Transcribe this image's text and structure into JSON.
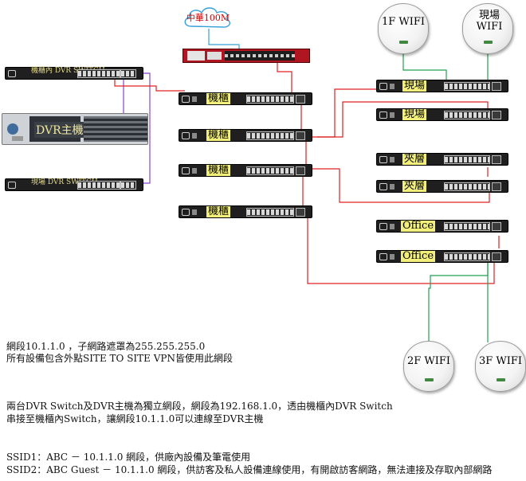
{
  "internet": {
    "label": "中華100M"
  },
  "server": {
    "label": "DVR主機"
  },
  "dvr_switches": [
    {
      "label": "機櫃內 DVR SWITCH"
    },
    {
      "label": "現場 DVR SWITCH"
    }
  ],
  "cabinet_switches": [
    "機櫃",
    "機櫃",
    "機櫃",
    "機櫃"
  ],
  "site_switches": [
    "現場",
    "現場",
    "夾層",
    "夾層",
    "Office",
    "Office"
  ],
  "access_points": {
    "ap_1f": "1F WIFI",
    "ap_site": "現場 WIFI",
    "ap_2f": "2F WIFI",
    "ap_3f": "3F WIFI"
  },
  "notes": {
    "line1": "網段10.1.1.0 ，子網路遮罩為255.255.255.0",
    "line2": "所有設備包含外點SITE TO SITE VPN皆使用此網段",
    "line3": "兩台DVR Switch及DVR主機為獨立網段，網段為192.168.1.0，透由機櫃內DVR Switch",
    "line4": "串接至機櫃內Switch，讓網段10.1.1.0可以連線至DVR主機",
    "line5": "SSID1：ABC － 10.1.1.0 網段，供廠內設備及筆電使用",
    "line6": "SSID2：ABC Guest － 10.1.1.0 網段，供訪客及私人設備連線使用，有開啟訪客網路，無法連接及存取內部網路"
  },
  "colors": {
    "lan": "#e02020",
    "dvr": "#8844cc",
    "wifi": "#22a050",
    "wan": "#3aa0d8",
    "label_bg": "#f2ef7a"
  }
}
